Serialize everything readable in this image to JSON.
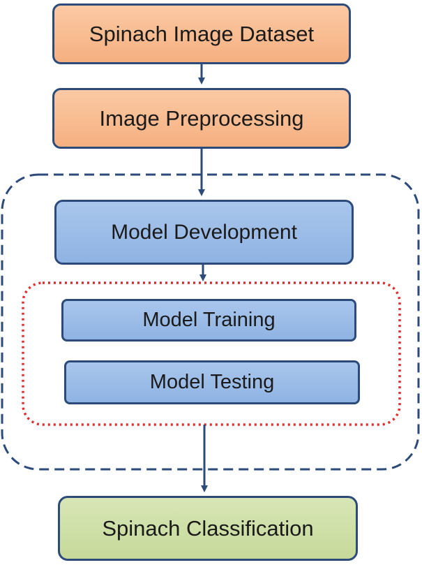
{
  "nodes": {
    "dataset": "Spinach Image Dataset",
    "preprocessing": "Image Preprocessing",
    "development": "Model Development",
    "training": "Model Training",
    "testing": "Model Testing",
    "classification": "Spinach Classification"
  },
  "colors": {
    "process_orange": "#f5b080",
    "model_blue": "#8fb3e3",
    "output_green": "#c6d99a",
    "outline_navy": "#2c4a7a",
    "dashed_group_border": "#2c4a7a",
    "dotted_group_border": "#e32b2b"
  }
}
